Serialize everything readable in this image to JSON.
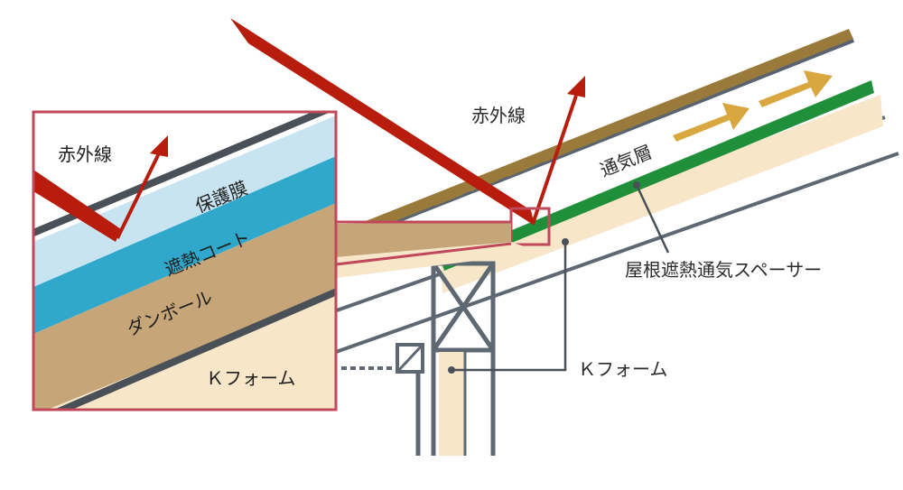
{
  "labels": {
    "infrared_main": "赤外線",
    "infrared_inset": "赤外線",
    "ventilation_layer": "通気層",
    "spacer": "屋根遮熱通気スペーサー",
    "k_foam_main": "Ｋフォーム",
    "k_foam_inset": "Ｋフォーム",
    "protective_film": "保護膜",
    "heat_shield_coat": "遮熱コート",
    "cardboard": "ダンボール"
  },
  "colors": {
    "infrared_arrow": "#b71c0c",
    "roof_tile": "#9a7a3a",
    "roof_board": "#5a6470",
    "heat_shield_green": "#1f8f3a",
    "foam_beige": "#f7e6c8",
    "airflow_arrow": "#d9a740",
    "inset_border": "#c0485a",
    "protective_film_color": "#c8e4f0",
    "heat_coat_color": "#2fa8cc",
    "cardboard_color": "#c6a678",
    "structure_line": "#5e6872",
    "leader_line": "#4a5058"
  },
  "icons": {
    "infrared": "infrared-arrow-icon",
    "airflow": "airflow-arrow-icon"
  }
}
